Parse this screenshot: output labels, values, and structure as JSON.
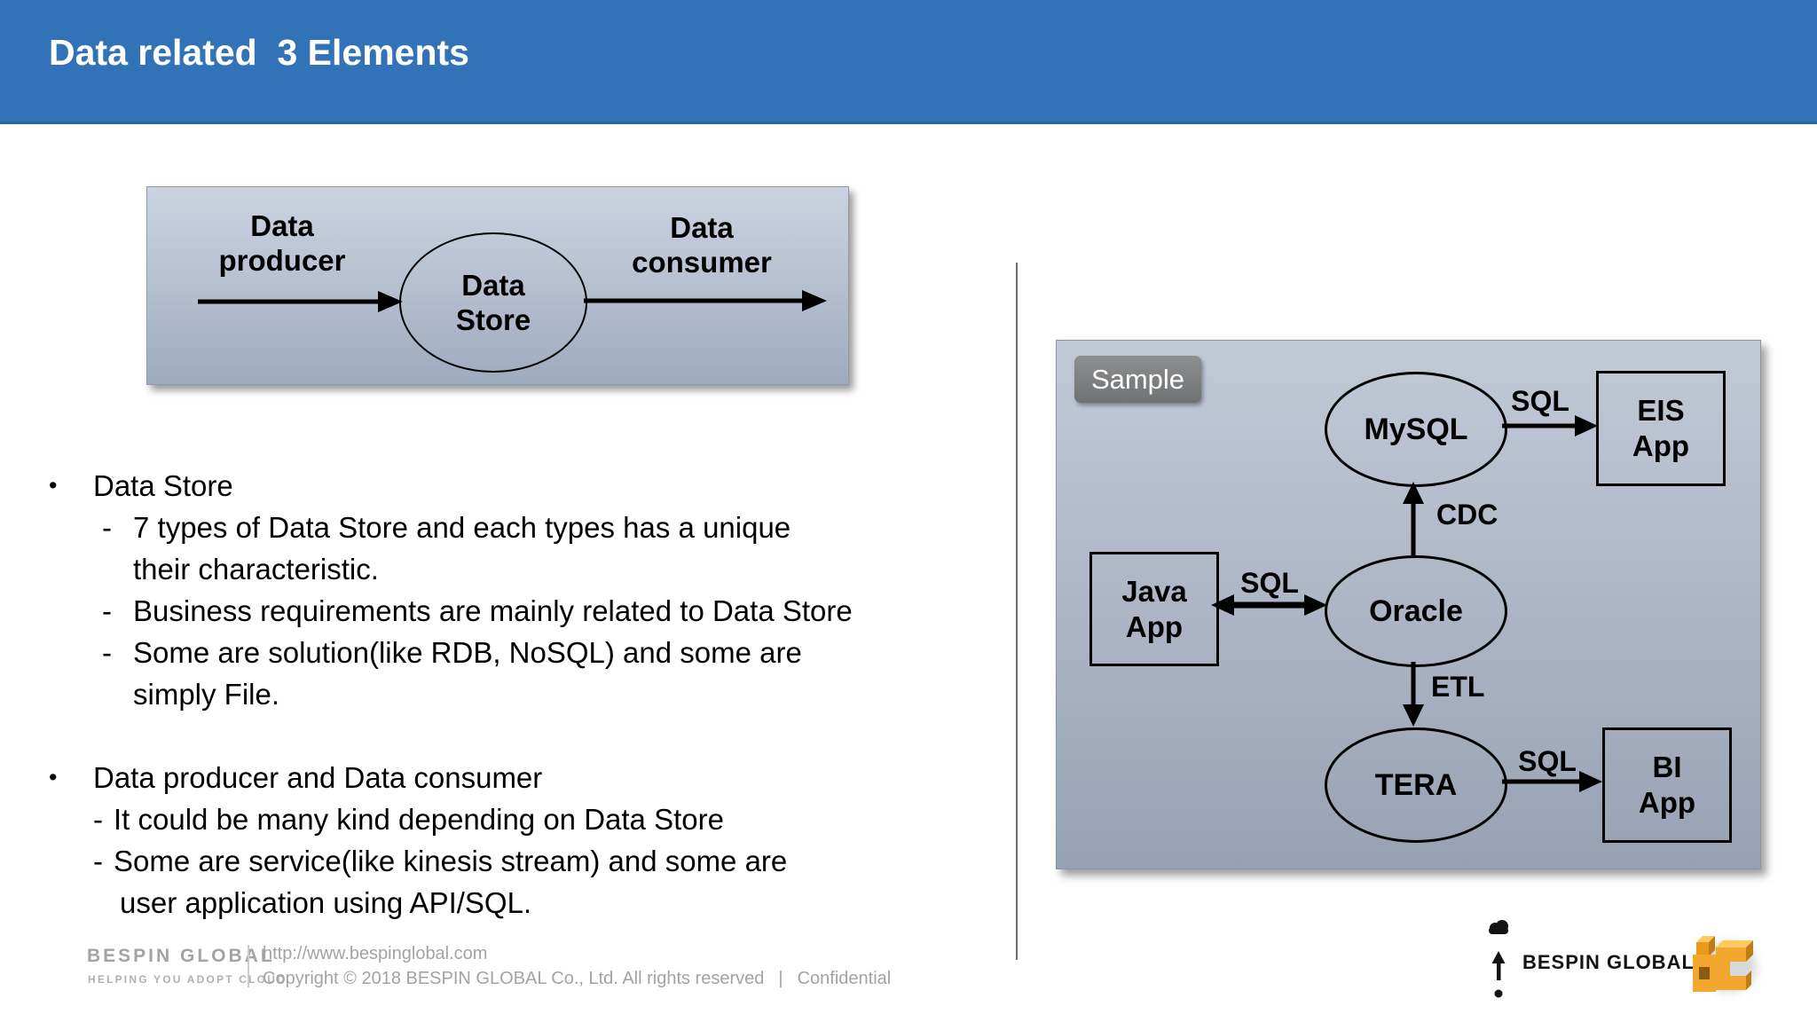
{
  "header": {
    "title": "Data related  3 Elements",
    "bg_color": "#3173b6"
  },
  "flow_panel": {
    "producer_label": "Data producer",
    "store_label": "Data Store",
    "consumer_label": "Data consumer"
  },
  "bullets": {
    "bullet_char": "•",
    "dash_char": "-",
    "group1": {
      "title": "Data Store",
      "item1_line1": "7 types of Data Store and each types has a unique",
      "item1_line2": "their characteristic.",
      "item2": "Business requirements are mainly related to Data Store",
      "item3_line1": "Some are solution(like RDB, NoSQL) and some are",
      "item3_line2": "simply File."
    },
    "group2": {
      "title": "Data producer and Data consumer",
      "item1": "It could be many kind depending on Data Store",
      "item2_line1": "Some are service(like kinesis stream) and some are",
      "item2_line2": "user application using API/SQL."
    }
  },
  "sample_panel": {
    "tag_label": "Sample",
    "nodes": {
      "mysql": "MySQL",
      "oracle": "Oracle",
      "tera": "TERA",
      "eis": "EIS App",
      "java": "Java App",
      "bi": "BI App"
    },
    "edges": {
      "mysql_to_eis": "SQL",
      "oracle_to_mysql": "CDC",
      "java_oracle": "SQL",
      "oracle_to_tera": "ETL",
      "tera_to_bi": "SQL"
    }
  },
  "footer": {
    "brand": "BESPIN GLOBAL",
    "tagline": "HELPING YOU ADOPT CLOUD.",
    "url": "http://www.bespinglobal.com",
    "copyright": "Copyright © 2018 BESPIN GLOBAL Co., Ltd. All rights reserved",
    "separator": "|",
    "confidential": "Confidential",
    "brand_right": "BESPIN GLOBAL"
  },
  "colors": {
    "header_bg": "#3173b6",
    "panel_gradient_top": "#c7d0dd",
    "panel_gradient_bottom": "#9dabbf",
    "sample_tag_bg": "#7b7d7f",
    "divider": "#6e6e6e",
    "footer_text": "#a3a3a3",
    "logo_orange": "#f2a72e",
    "diagram_ink": "#000000"
  }
}
